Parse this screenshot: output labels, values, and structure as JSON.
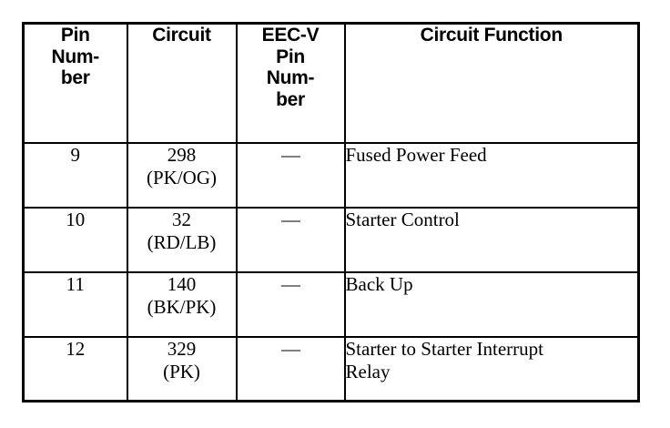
{
  "document": {
    "type": "scanned-wiring-pinout-table",
    "background_color": "#ffffff",
    "ink_color": "#000000"
  },
  "table": {
    "headers": {
      "pin_number": [
        "Pin",
        "Num-",
        "ber"
      ],
      "circuit": [
        "Circuit"
      ],
      "eecv_pin_number": [
        "EEC-V",
        "Pin",
        "Num-",
        "ber"
      ],
      "circuit_function": [
        "Circuit Function"
      ]
    },
    "header_plain": {
      "pin_number": "Pin Number",
      "circuit": "Circuit",
      "eecv_pin_number": "EEC-V Pin Number",
      "circuit_function": "Circuit Function"
    },
    "rows": [
      {
        "pin_number": "9",
        "circuit_lines": [
          "298",
          "(PK/OG)"
        ],
        "circuit_plain": "298 (PK/OG)",
        "eecv_pin_number": "—",
        "circuit_function_lines": [
          "Fused Power Feed"
        ],
        "circuit_function_plain": "Fused Power Feed"
      },
      {
        "pin_number": "10",
        "circuit_lines": [
          "32",
          "(RD/LB)"
        ],
        "circuit_plain": "32 (RD/LB)",
        "eecv_pin_number": "—",
        "circuit_function_lines": [
          "Starter Control"
        ],
        "circuit_function_plain": "Starter Control"
      },
      {
        "pin_number": "11",
        "circuit_lines": [
          "140",
          "(BK/PK)"
        ],
        "circuit_plain": "140 (BK/PK)",
        "eecv_pin_number": "—",
        "circuit_function_lines": [
          "Back Up"
        ],
        "circuit_function_plain": "Back Up"
      },
      {
        "pin_number": "12",
        "circuit_lines": [
          "329",
          "(PK)"
        ],
        "circuit_plain": "329 (PK)",
        "eecv_pin_number": "—",
        "circuit_function_lines": [
          "Starter to Starter Interrupt",
          "Relay"
        ],
        "circuit_function_plain": "Starter to Starter Interrupt Relay"
      }
    ]
  }
}
